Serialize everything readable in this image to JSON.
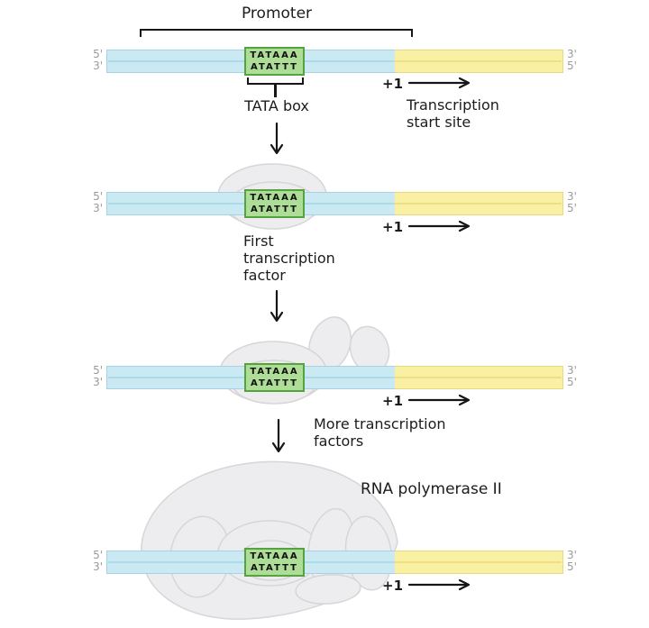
{
  "colors": {
    "dna_blue": "#cbe9f3",
    "dna_blue_border": "#a6d3e3",
    "dna_yellow": "#faf0a3",
    "dna_yellow_border": "#e6da7d",
    "tata_green": "#addd96",
    "tata_green_border": "#54a33e",
    "protein_gray": "#ededef",
    "protein_gray_border": "#d6d6d9",
    "ink": "#1c1c1c",
    "end_label_gray": "#9b9b9b"
  },
  "labels": {
    "promoter": "Promoter",
    "tata_box_top_sequence": "TATAAA",
    "tata_box_bottom_sequence": "ATATTT",
    "tata_box": "TATA box",
    "plus_one": "+1",
    "transcription_start_line1": "Transcription",
    "transcription_start_line2": "start site",
    "first_tf_line1": "First",
    "first_tf_line2": "transcription",
    "first_tf_line3": "factor",
    "more_tf_line1": "More transcription",
    "more_tf_line2": "factors",
    "rna_polymerase": "RNA polymerase II",
    "five_prime": "5'",
    "three_prime": "3'"
  }
}
